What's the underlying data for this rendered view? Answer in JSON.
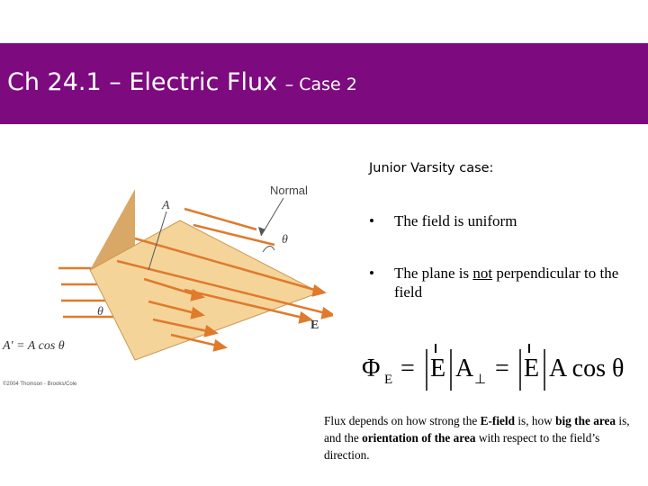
{
  "slide": {
    "title": "Ch 24.1 – Electric Flux",
    "title_case": "– Case 2",
    "subtitle": "Junior Varsity case:",
    "bullets": [
      {
        "text_before": "The field is uniform",
        "underline": "",
        "text_after": ""
      },
      {
        "text_before": "The plane is ",
        "underline": "not",
        "text_after": " perpendicular to the field"
      }
    ],
    "bullet_symbol": "•",
    "formula": {
      "phi": "Φ",
      "sub_e": "E",
      "eq": "=",
      "e": "E",
      "a": "A",
      "perp": "⊥",
      "a_cos": "A cos",
      "theta": "θ"
    },
    "note": {
      "p1": "Flux depends on how strong the ",
      "b1": "E-field",
      "p2": " is, how ",
      "b2": "big the area",
      "p3": " is, and the ",
      "b3": "orientation of the area",
      "p4": " with respect to the field’s direction."
    }
  },
  "figure": {
    "label_normal": "Normal",
    "label_a": "A",
    "label_theta": "θ",
    "label_e": "E",
    "label_aprime": "A′ = A cos θ",
    "copyright": "©2004 Thomson - Brooks/Cole"
  },
  "colors": {
    "title_bar": "#7d0a7f",
    "arrow": "#e07a2c",
    "plane": "#f5d49a",
    "plane_shadow": "#d9a766"
  }
}
